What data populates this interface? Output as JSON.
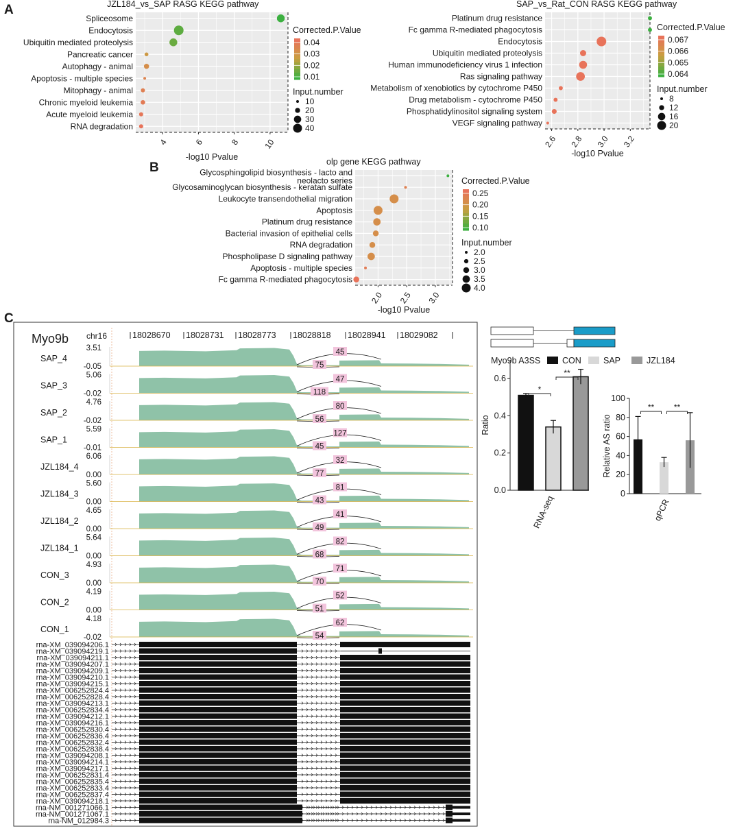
{
  "panels": {
    "A": "A",
    "B": "B",
    "C": "C"
  },
  "colors": {
    "panel_bg": "#ebebeb",
    "high_p": "#e8735a",
    "mid_p": "#c8a040",
    "low_p": "#3cb040",
    "track": "#8fc2a8",
    "junction_label": "#f2c4dc",
    "gene": "#111111",
    "exon_teal": "#1a9cc8",
    "con": "#111111",
    "sap": "#d8d8d8",
    "jzl184": "#999999"
  },
  "chart_data": [
    {
      "id": "A1",
      "type": "scatter",
      "title": "JZL184_vs_SAP RASG KEGG pathway",
      "xlabel": "-log10 Pvalue",
      "ylabel": "",
      "xlim": [
        2.5,
        11
      ],
      "xticks": [
        4,
        6,
        8,
        10
      ],
      "grid": true,
      "categories": [
        "Spliceosome",
        "Endocytosis",
        "Ubiquitin mediated proteolysis",
        "Pancreatic cancer",
        "Autophagy - animal",
        "Apoptosis - multiple species",
        "Mitophagy - animal",
        "Chronic myeloid leukemia",
        "Acute myeloid leukemia",
        "RNA degradation"
      ],
      "x": [
        10.6,
        4.9,
        4.6,
        3.1,
        3.1,
        3.0,
        2.9,
        2.9,
        2.8,
        2.8
      ],
      "size": [
        35,
        45,
        35,
        12,
        20,
        6,
        14,
        16,
        14,
        14
      ],
      "p": [
        0.005,
        0.01,
        0.012,
        0.03,
        0.035,
        0.04,
        0.042,
        0.044,
        0.046,
        0.048
      ],
      "legend": {
        "color_title": "Corrected.P.Value",
        "color_labels": [
          "0.04",
          "0.03",
          "0.02",
          "0.01"
        ],
        "size_title": "Input.number",
        "size_labels": [
          "10",
          "20",
          "30",
          "40"
        ]
      }
    },
    {
      "id": "A2",
      "type": "scatter",
      "title": "SAP_vs_Rat_CON RASG KEGG pathway",
      "xlabel": "-log10 Pvalue",
      "ylabel": "",
      "xlim": [
        2.55,
        3.35
      ],
      "xticks": [
        2.6,
        2.8,
        3.0,
        3.2
      ],
      "grid": true,
      "categories": [
        "Platinum drug resistance",
        "Fc gamma R-mediated phagocytosis",
        "Endocytosis",
        "Ubiquitin mediated proteolysis",
        "Human immunodeficiency virus 1 infection",
        "Ras signaling pathway",
        "Metabolism of xenobiotics by cytochrome P450",
        "Drug metabolism - cytochrome P450",
        "Phosphatidylinositol signaling system",
        "VEGF signaling pathway"
      ],
      "x": [
        3.35,
        3.35,
        2.98,
        2.84,
        2.84,
        2.82,
        2.67,
        2.63,
        2.62,
        2.57
      ],
      "size": [
        9,
        9,
        22,
        14,
        18,
        20,
        9,
        9,
        11,
        6
      ],
      "p": [
        0.0638,
        0.0638,
        0.067,
        0.067,
        0.067,
        0.067,
        0.067,
        0.067,
        0.067,
        0.067
      ],
      "legend": {
        "color_title": "Corrected.P.Value",
        "color_labels": [
          "0.067",
          "0.066",
          "0.065",
          "0.064"
        ],
        "size_title": "Input.number",
        "size_labels": [
          "8",
          "12",
          "16",
          "20"
        ]
      }
    },
    {
      "id": "B",
      "type": "scatter",
      "title": "olp gene KEGG pathway",
      "xlabel": "-log10 Pvalue",
      "ylabel": "",
      "xlim": [
        1.6,
        3.3
      ],
      "xticks": [
        2.0,
        2.5,
        3.0
      ],
      "grid": true,
      "categories": [
        "Glycosphingolipid biosynthesis - lacto and neolacto series",
        "Glycosaminoglycan biosynthesis - keratan sulfate",
        "Leukocyte transendothelial migration",
        "Apoptosis",
        "Platinum drug resistance",
        "Bacterial invasion of epithelial cells",
        "RNA degradation",
        "Phospholipase D signaling pathway",
        "Apoptosis - multiple species",
        "Fc gamma R-mediated phagocytosis"
      ],
      "category_lines": [
        [
          "Glycosphingolipid biosynthesis - lacto and",
          "neolacto series"
        ]
      ],
      "x": [
        3.22,
        2.48,
        2.28,
        2.0,
        1.98,
        1.96,
        1.9,
        1.88,
        1.78,
        1.62
      ],
      "size": [
        2.0,
        2.0,
        4.0,
        4.0,
        3.5,
        3.0,
        3.0,
        3.5,
        2.0,
        3.0
      ],
      "p": [
        0.08,
        0.25,
        0.22,
        0.22,
        0.22,
        0.22,
        0.22,
        0.22,
        0.26,
        0.28
      ],
      "legend": {
        "color_title": "Corrected.P.Value",
        "color_labels": [
          "0.25",
          "0.20",
          "0.15",
          "0.10"
        ],
        "size_title": "Input.number",
        "size_labels": [
          "2.0",
          "2.5",
          "3.0",
          "3.5",
          "4.0"
        ]
      }
    },
    {
      "id": "C-sashimi",
      "type": "area",
      "title": "Myo9b",
      "chrom": "chr16",
      "coords": [
        "18028670",
        "18028731",
        "18028773",
        "18028818",
        "18028941",
        "18029082"
      ],
      "tracks": [
        {
          "name": "SAP_4",
          "ymax": "3.51",
          "ymin": "-0.05",
          "upper": "45",
          "lower": "75"
        },
        {
          "name": "SAP_3",
          "ymax": "5.06",
          "ymin": "-0.02",
          "upper": "47",
          "lower": "118"
        },
        {
          "name": "SAP_2",
          "ymax": "4.76",
          "ymin": "-0.02",
          "upper": "80",
          "lower": "56"
        },
        {
          "name": "SAP_1",
          "ymax": "5.59",
          "ymin": "-0.01",
          "upper": "127",
          "lower": "45"
        },
        {
          "name": "JZL184_4",
          "ymax": "6.06",
          "ymin": "0.00",
          "upper": "32",
          "lower": "77"
        },
        {
          "name": "JZL184_3",
          "ymax": "5.60",
          "ymin": "0.00",
          "upper": "81",
          "lower": "43"
        },
        {
          "name": "JZL184_2",
          "ymax": "4.65",
          "ymin": "0.00",
          "upper": "41",
          "lower": "49"
        },
        {
          "name": "JZL184_1",
          "ymax": "5.64",
          "ymin": "0.00",
          "upper": "82",
          "lower": "68"
        },
        {
          "name": "CON_3",
          "ymax": "4.93",
          "ymin": "0.00",
          "upper": "71",
          "lower": "70"
        },
        {
          "name": "CON_2",
          "ymax": "4.19",
          "ymin": "0.00",
          "upper": "52",
          "lower": "51"
        },
        {
          "name": "CON_1",
          "ymax": "4.18",
          "ymin": "-0.02",
          "upper": "62",
          "lower": "54"
        }
      ],
      "transcripts": [
        "rna-XM_039094206.1",
        "rna-XM_039094219.1",
        "rna-XM_039094211.1",
        "rna-XM_039094207.1",
        "rna-XM_039094209.1",
        "rna-XM_039094210.1",
        "rna-XM_039094215.1",
        "rna-XM_006252824.4",
        "rna-XM_006252828.4",
        "rna-XM_039094213.1",
        "rna-XM_006252834.4",
        "rna-XM_039094212.1",
        "rna-XM_039094216.1",
        "rna-XM_006252830.4",
        "rna-XM_006252836.4",
        "rna-XM_006252832.4",
        "rna-XM_006252838.4",
        "rna-XM_039094208.1",
        "rna-XM_039094214.1",
        "rna-XM_039094217.1",
        "rna-XM_006252831.4",
        "rna-XM_006252835.4",
        "rna-XM_006252833.4",
        "rna-XM_006252837.4",
        "rna-XM_039094218.1",
        "rna-NM_001271066.1",
        "rna-NM_001271067.1",
        "rna-NM_012984.3"
      ]
    },
    {
      "id": "C-rnaseq",
      "type": "bar",
      "title": "",
      "xlabel": "RNA-seq",
      "ylabel": "Ratio",
      "ylim": [
        0,
        0.7
      ],
      "yticks": [
        "0.0",
        "0.2",
        "0.4",
        "0.6"
      ],
      "categories": [
        "CON",
        "SAP",
        "JZL184"
      ],
      "values": [
        0.51,
        0.34,
        0.61
      ],
      "errors": [
        0.01,
        0.035,
        0.04
      ],
      "sig": [
        {
          "from": 0,
          "to": 1,
          "label": "*"
        },
        {
          "from": 1,
          "to": 2,
          "label": "**"
        }
      ]
    },
    {
      "id": "C-qpcr",
      "type": "bar",
      "title": "",
      "xlabel": "qPCR",
      "ylabel": "Relative AS ratio",
      "ylim": [
        0,
        100
      ],
      "yticks": [
        "0",
        "20",
        "40",
        "60",
        "80",
        "100"
      ],
      "categories": [
        "CON",
        "SAP",
        "JZL184"
      ],
      "values": [
        57,
        33,
        56
      ],
      "errors": [
        24,
        5,
        29
      ],
      "sig": [
        {
          "from": 0,
          "to": 1,
          "label": "**"
        },
        {
          "from": 1,
          "to": 2,
          "label": "**"
        }
      ]
    }
  ],
  "legend_c": {
    "title": "Myo9b A3SS",
    "items": [
      "CON",
      "SAP",
      "JZL184"
    ]
  }
}
